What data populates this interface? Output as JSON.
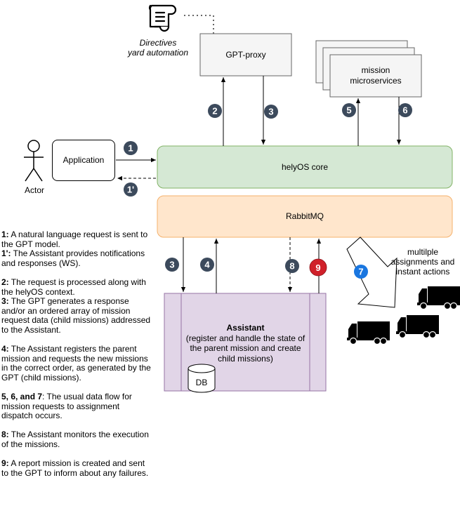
{
  "nodes": {
    "directives": {
      "line1": "Directives",
      "line2": "yard automation"
    },
    "gpt_proxy": "GPT-proxy",
    "mission_microservices": {
      "line1": "mission",
      "line2": "microservices"
    },
    "application": "Application",
    "actor": "Actor",
    "helyos_core": "helyOS core",
    "rabbitmq": "RabbitMQ",
    "assistant": {
      "title": "Assistant",
      "line1": "(register and handle the state of",
      "line2": "the parent mission and create",
      "line3": "child missions)"
    },
    "db": "DB",
    "trucks_label": {
      "line1": "multilple",
      "line2": "assignments and",
      "line3": "instant actions"
    }
  },
  "badges": {
    "b1": "1",
    "b1p": "1'",
    "b2": "2",
    "b3_top": "3",
    "b5": "5",
    "b6": "6",
    "b3_bottom": "3",
    "b4": "4",
    "b8": "8",
    "b9": "9",
    "b7": "7"
  },
  "colors": {
    "badge_dark": "#3c4a5c",
    "badge_red": "#d0202a",
    "badge_blue": "#1976e0",
    "helyos_fill": "#d5e8d4",
    "helyos_stroke": "#82b366",
    "rabbit_fill": "#ffe6cc",
    "rabbit_stroke": "#f5b16b",
    "assistant_fill": "#e1d5e7",
    "assistant_stroke": "#9673a6",
    "proxy_fill": "#f5f5f5",
    "proxy_stroke": "#666666"
  },
  "description": [
    {
      "key": "1:",
      "text": " A natural language request is sent to the GPT model."
    },
    {
      "key": "1':",
      "text": " The Assistant provides notifications and responses (WS)."
    },
    {
      "key": "2:",
      "text": " The request is processed along with the helyOS context."
    },
    {
      "key": "3:",
      "text": " The GPT generates a response and/or an ordered array of mission request data (child missions) addressed to the Assistant."
    },
    {
      "key": "4:",
      "text": " The Assistant registers the parent mission and requests the new missions in the correct order, as generated by the GPT (child missions)."
    },
    {
      "key": "5, 6, and 7",
      "text": ": The usual data flow for mission requests to assignment dispatch occurs."
    },
    {
      "key": "8:",
      "text": " The Assistant monitors the execution of the missions."
    },
    {
      "key": "9:",
      "text": " A report mission is created and sent to the GPT to inform about any failures."
    }
  ]
}
